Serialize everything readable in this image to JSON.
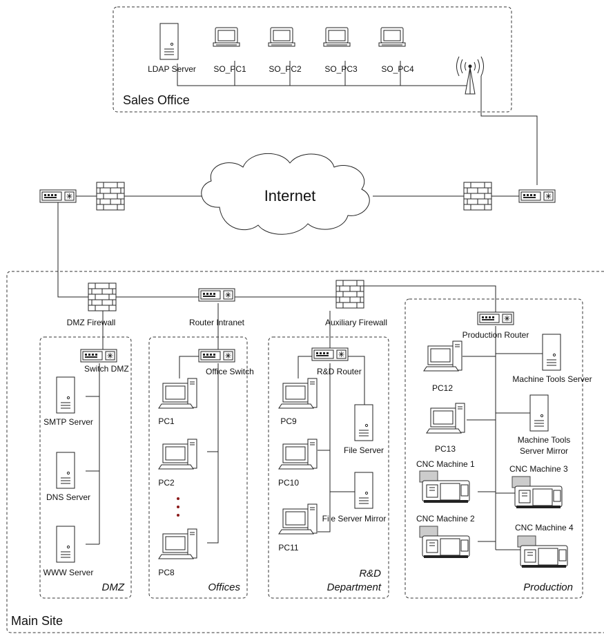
{
  "zones": {
    "sales_office": "Sales Office",
    "main_site": "Main Site",
    "dmz": "DMZ",
    "offices": "Offices",
    "rnd_line1": "R&D",
    "rnd_line2": "Department",
    "production": "Production"
  },
  "cloud": {
    "label": "Internet"
  },
  "sales": {
    "ldap": "LDAP Server",
    "pcs": [
      "SO_PC1",
      "SO_PC2",
      "SO_PC3",
      "SO_PC4"
    ]
  },
  "core": {
    "dmz_firewall": "DMZ Firewall",
    "router_intranet": "Router Intranet",
    "aux_firewall": "Auxiliary Firewall"
  },
  "dmz": {
    "switch": "Switch DMZ",
    "servers": [
      "SMTP Server",
      "DNS Server",
      "WWW Server"
    ]
  },
  "offices": {
    "switch": "Office Switch",
    "pcs": [
      "PC1",
      "PC2",
      "PC8"
    ]
  },
  "rnd": {
    "router": "R&D Router",
    "pcs": [
      "PC9",
      "PC10",
      "PC11"
    ],
    "file_server": "File Server",
    "file_mirror": "File Server Mirror"
  },
  "production": {
    "router": "Production Router",
    "pcs": [
      "PC12",
      "PC13"
    ],
    "mt_server": "Machine Tools Server",
    "mt_mirror_line1": "Machine Tools",
    "mt_mirror_line2": "Server Mirror",
    "cnc": [
      "CNC Machine 1",
      "CNC Machine 2",
      "CNC Machine 3",
      "CNC Machine 4"
    ]
  },
  "colors": {
    "ellipsis_dots": "#8b1a1a"
  }
}
